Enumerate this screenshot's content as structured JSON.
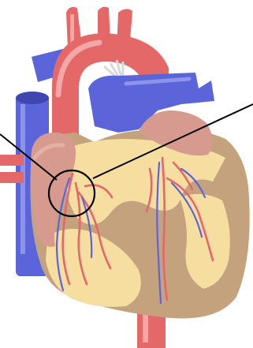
{
  "diagram": {
    "subject": "heart-anterior-view",
    "labels": [],
    "callout": {
      "target": "coronary-artery-branch",
      "leader_lines": 2,
      "marker": "circle"
    },
    "colors": {
      "artery": "#E46868",
      "artery_highlight": "#F4A7A7",
      "vein": "#5B64D8",
      "vein_highlight": "#8C93EA",
      "myocardium": "#C4A27E",
      "fat": "#F6DDA0",
      "atrium": "#D69A8E",
      "ligament": "#D8D8D8",
      "leader_line": "#000000",
      "background": "#FFFFFF"
    }
  }
}
